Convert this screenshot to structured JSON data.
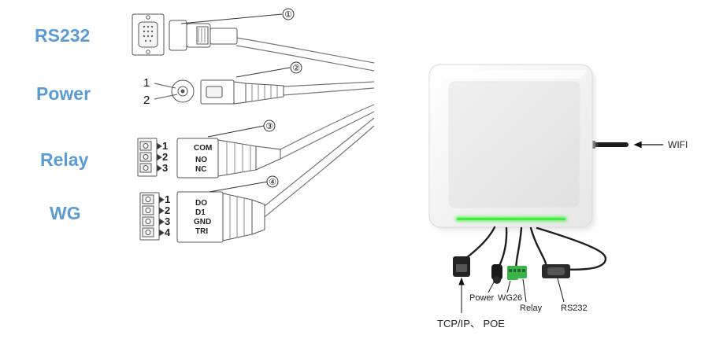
{
  "left_labels": {
    "rs232": "RS232",
    "power": "Power",
    "relay": "Relay",
    "wg": "WG"
  },
  "callouts": [
    "①",
    "②",
    "③",
    "④"
  ],
  "power_pins": [
    "1",
    "2"
  ],
  "relay": {
    "terminal_numbers": [
      "1",
      "2",
      "3"
    ],
    "pins": [
      "COM",
      "NO",
      "NC"
    ]
  },
  "wg": {
    "terminal_numbers": [
      "1",
      "2",
      "3",
      "4"
    ],
    "pins": [
      "DO",
      "D1",
      "GND",
      "TRI"
    ]
  },
  "device_labels": {
    "wifi": "WIFI",
    "power": "Power",
    "wg26": "WG26",
    "relay": "Relay",
    "rs232": "RS232",
    "tcpip": "TCP/IP、 POE"
  },
  "colors": {
    "label_blue": "#5b9bd5",
    "led_green": "#3cf03c",
    "device_white": "#f4f4f4"
  }
}
